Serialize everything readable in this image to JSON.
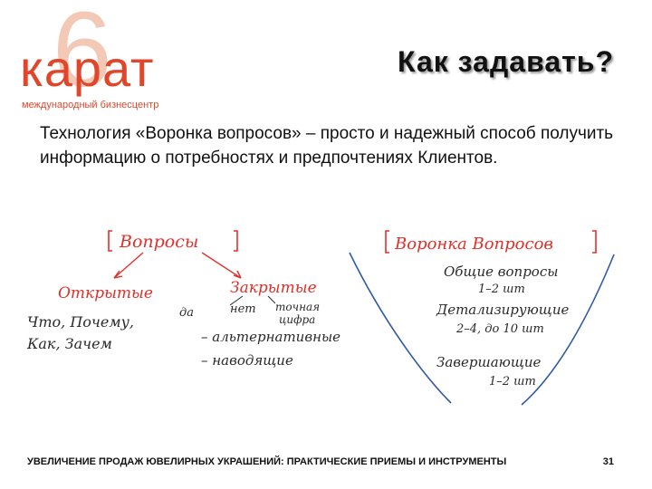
{
  "logo": {
    "digit": "6",
    "word": "карат",
    "subtitle": "международный бизнесцентр"
  },
  "title": "Как задавать?",
  "body": "Технология «Воронка вопросов» – просто и надежный способ получить информацию о потребностях и предпочтениях Клиентов.",
  "diagram": {
    "left": {
      "header": "Вопросы",
      "open": "Открытые",
      "open_words_line1": "Что, Почему,",
      "open_words_line2": "Как, Зачем",
      "closed": "Закрытые",
      "yes": "да",
      "no": "нет",
      "exact_line1": "точная",
      "exact_line2": "цифра",
      "alternative": "– альтернативные",
      "leading": "– наводящие"
    },
    "right": {
      "header": "Воронка Вопросов",
      "general": "Общие вопросы",
      "general_count": "1–2 шт",
      "detailing": "Детализирующие",
      "detailing_count": "2–4, до 10 шт",
      "closing": "Завершающие",
      "closing_count": "1–2 шт"
    }
  },
  "footer": "УВЕЛИЧЕНИЕ ПРОДАЖ ЮВЕЛИРНЫХ УКРАШЕНИЙ: ПРАКТИЧЕСКИЕ ПРИЕМЫ И ИНСТРУМЕНТЫ",
  "page_number": "31",
  "colors": {
    "brand": "#e2462a",
    "brand_light": "#f3c9b6",
    "ink_red": "#e0302a",
    "ink_dark": "#2a2a2a",
    "funnel_blue": "#2f5aa8"
  }
}
